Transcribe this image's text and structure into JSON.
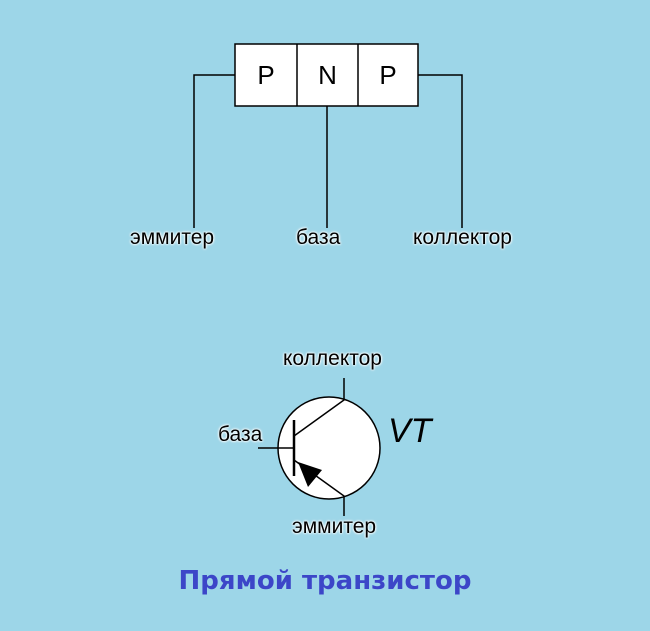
{
  "semiconductor": {
    "layers": [
      "P",
      "N",
      "P"
    ],
    "terminals": {
      "emitter": "эммитер",
      "base": "база",
      "collector": "коллектор"
    }
  },
  "symbol": {
    "designator": "VT",
    "terminals": {
      "collector": "коллектор",
      "base": "база",
      "emitter": "эммитер"
    }
  },
  "caption": "Прямой транзистор",
  "colors": {
    "background": "#9dd6e8",
    "caption": "#3c46c8",
    "lines": "#000000",
    "fill": "#ffffff"
  }
}
